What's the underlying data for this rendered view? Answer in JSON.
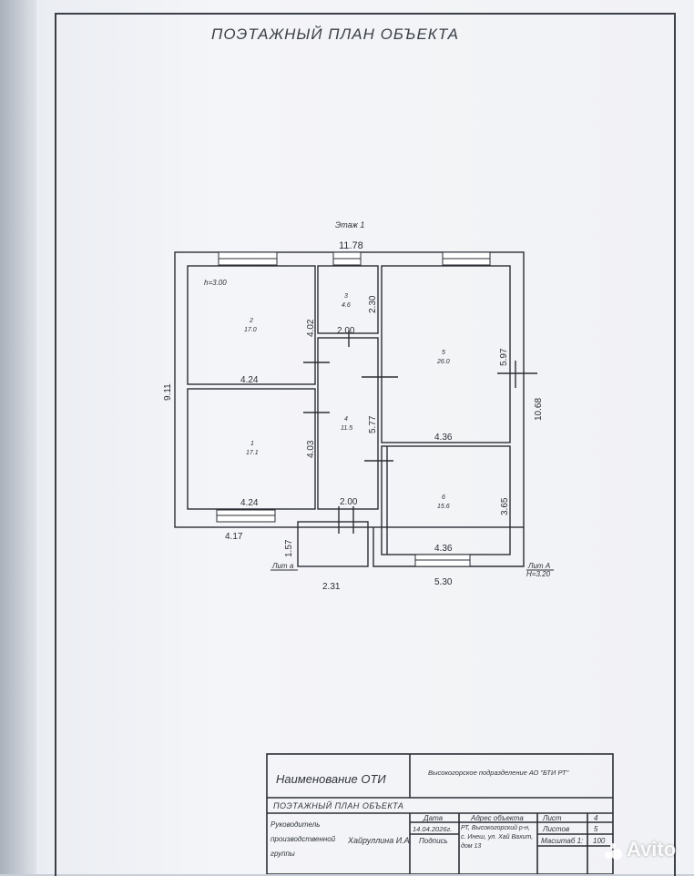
{
  "header": {
    "title": "ПОЭТАЖНЫЙ ПЛАН ОБЪЕКТА"
  },
  "plan": {
    "floor_label": "Этаж 1",
    "height_note": "h=3.00",
    "lit_a": "Лит а",
    "lit_A": "Лит А",
    "lit_A_height": "H=3.20",
    "rooms": [
      {
        "num": "1",
        "area": "17.1"
      },
      {
        "num": "2",
        "area": "17.0"
      },
      {
        "num": "3",
        "area": "4.6"
      },
      {
        "num": "4",
        "area": "11.5"
      },
      {
        "num": "5",
        "area": "26.0"
      },
      {
        "num": "6",
        "area": "15.6"
      }
    ],
    "dims": {
      "top_total": "11.78",
      "left_total": "9.11",
      "right_total": "10.68",
      "room2_height": "4.02",
      "room2_width": "4.24",
      "room1_height": "4.03",
      "room1_width": "4.24",
      "room3_height": "2.30",
      "room3_width": "2.00",
      "room4_height": "5.77",
      "room4_width": "2.00",
      "room5_height": "5.97",
      "room5_width": "4.36",
      "room6_height": "3.65",
      "room6_width": "4.36",
      "bottom_left": "4.17",
      "porch_height": "1.57",
      "bottom_porch": "2.31",
      "bottom_right": "5.30"
    }
  },
  "title_block": {
    "name_label": "Наименование ОТИ",
    "org": "Высокогорское подразделение АО \"БТИ РТ\"",
    "doc_name": "ПОЭТАЖНЫЙ ПЛАН ОБЪЕКТА",
    "role": "Руководитель производственной группы",
    "person": "Хайруллина И.А.",
    "date_label": "Дата",
    "date": "14.04.2026г.",
    "sign_label": "Подпись",
    "address_label": "Адрес объекта",
    "address": "РТ, Высокогорский р-н, с. Инеш, ул. Хай Вахит, дом 13",
    "sheet_label": "Лист",
    "sheet": "4",
    "sheets_label": "Листов",
    "sheets": "5",
    "scale_label": "Масштаб 1:",
    "scale": "100"
  },
  "watermark": {
    "text": "Avito"
  }
}
